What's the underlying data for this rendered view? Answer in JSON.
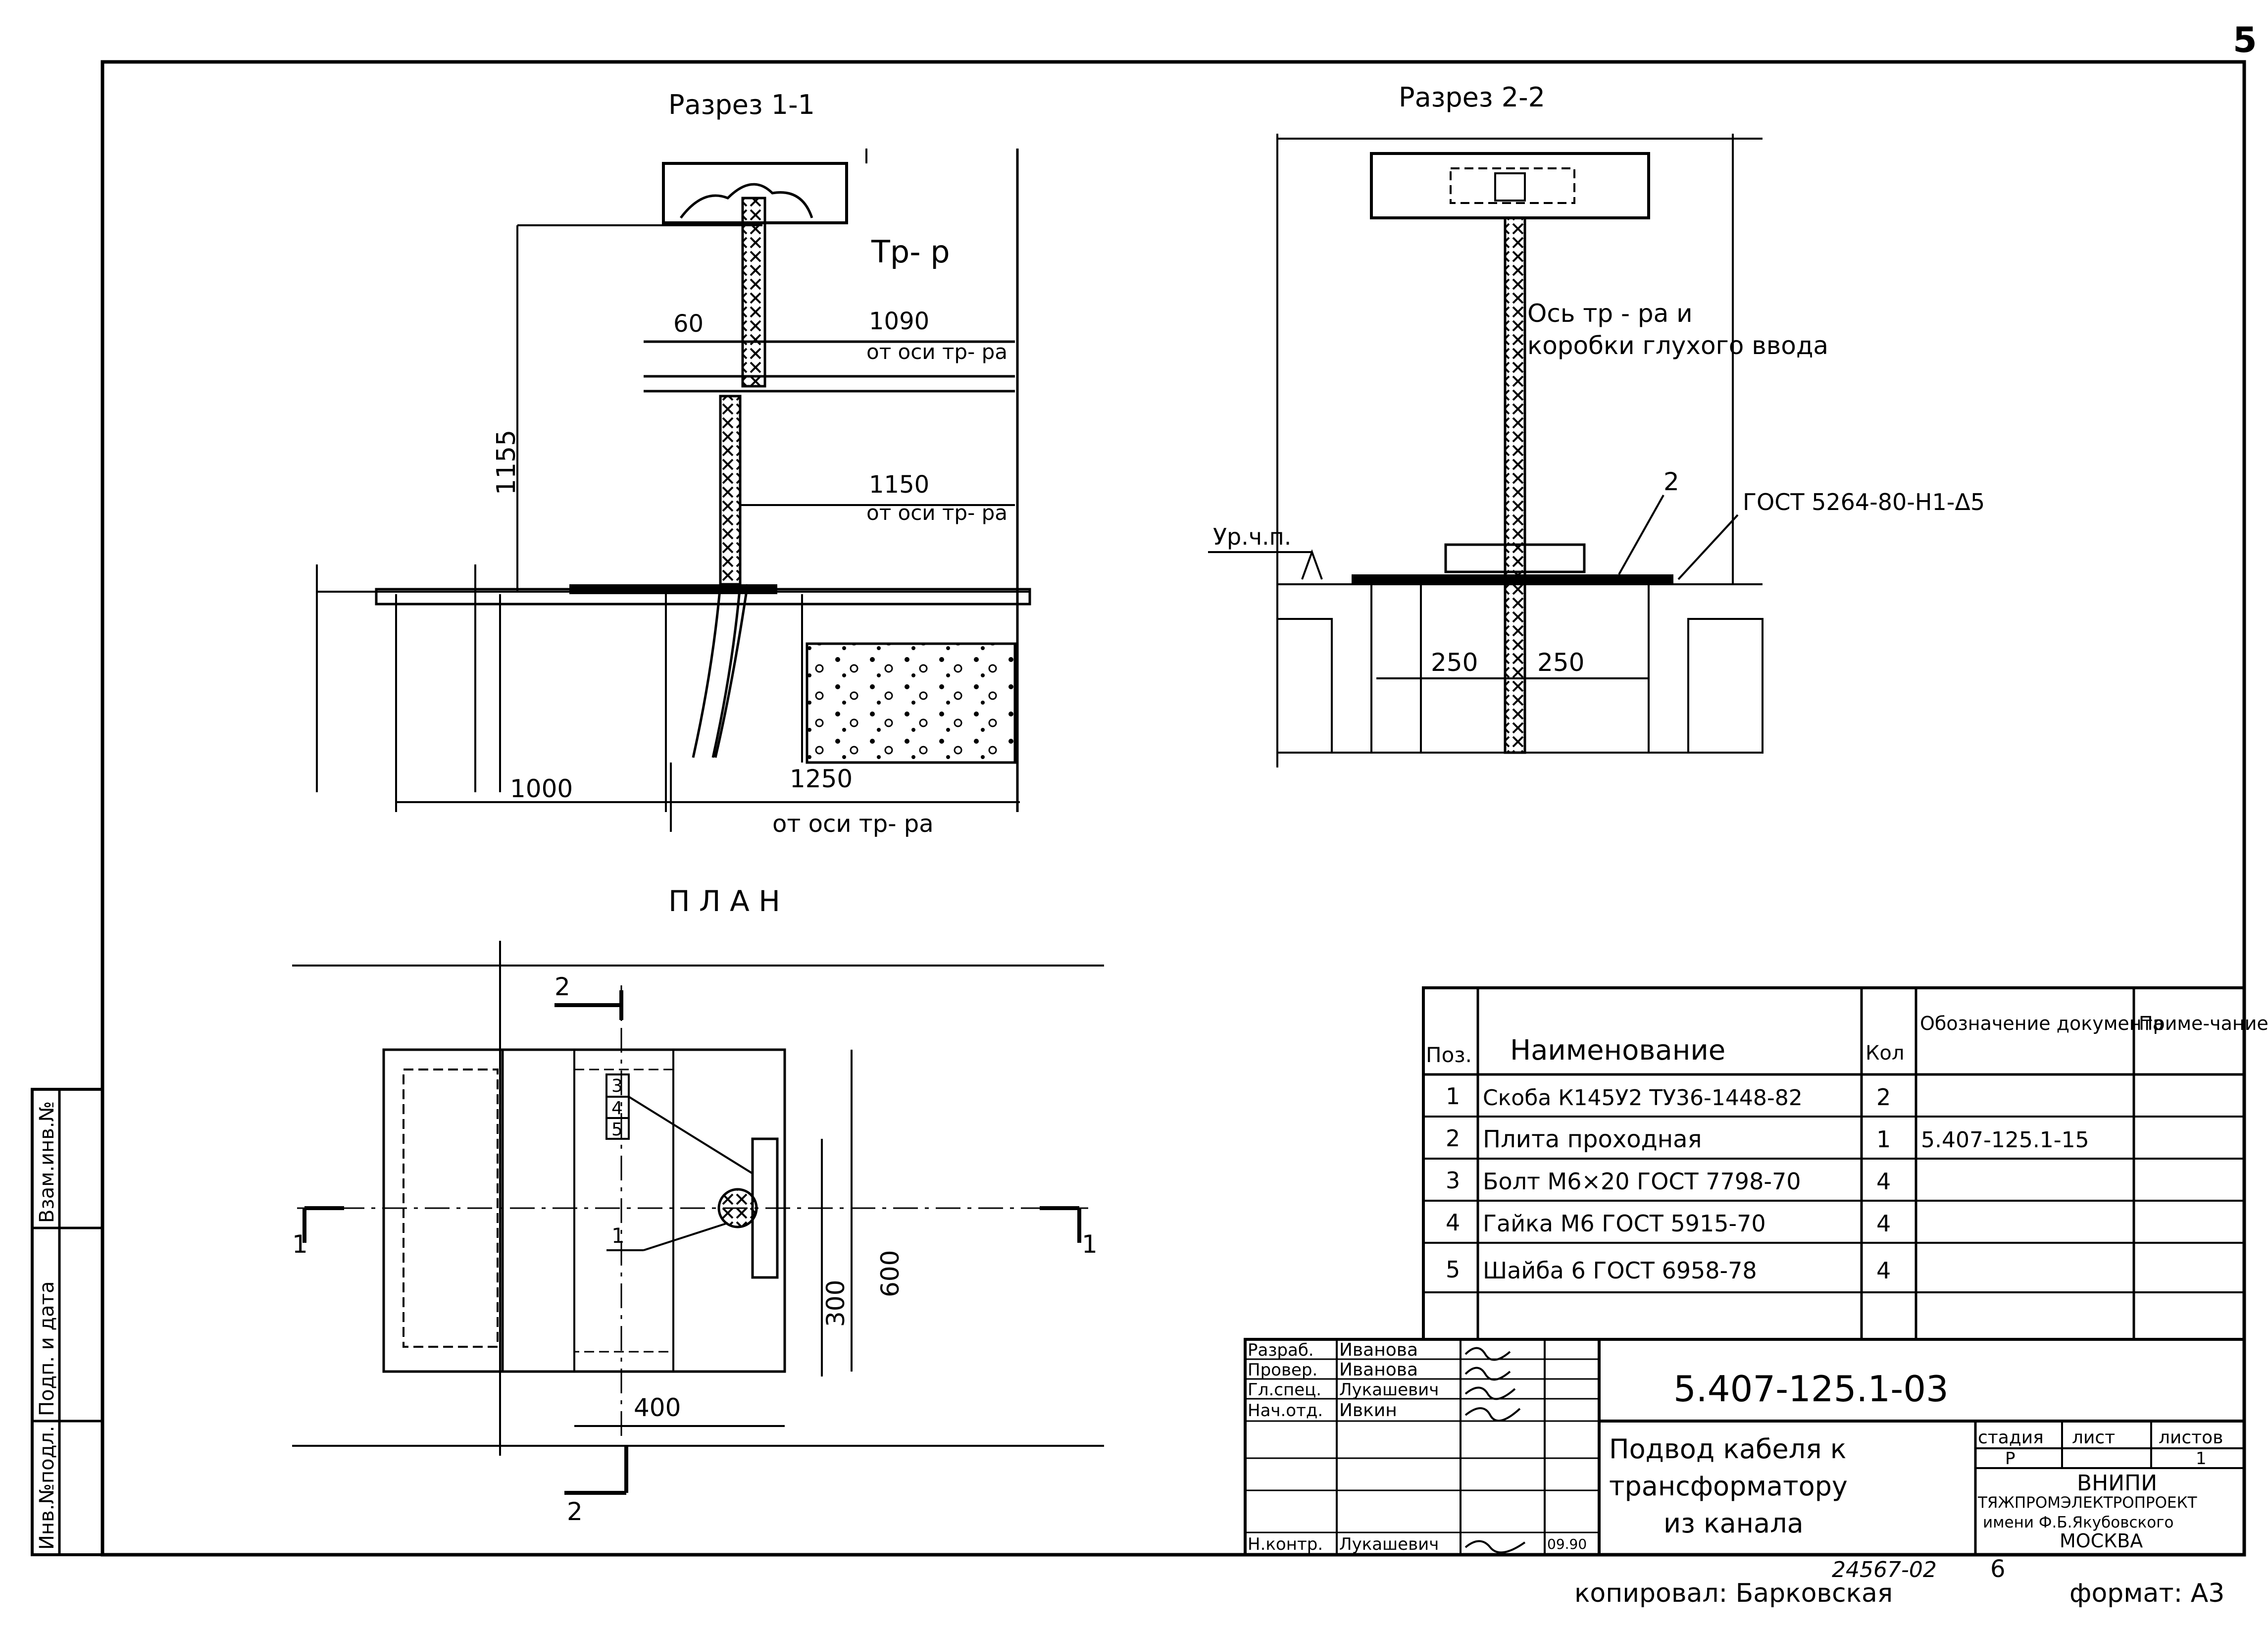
{
  "sheet_number": "5",
  "views": {
    "section_1": {
      "title": "Разрез 1-1",
      "label_transformer": "Тр- р",
      "dim_60": "60",
      "dim_1090": "1090",
      "from_axis_a": "от оси тр- ра",
      "dim_1150": "1150",
      "from_axis_b": "от оси тр- ра",
      "dim_1155": "1155",
      "dim_1000": "1000",
      "dim_1250": "1250",
      "from_axis_c": "от оси тр- ра"
    },
    "section_2": {
      "title": "Разрез 2-2",
      "axis_note_1": "Ось тр - ра и",
      "axis_note_2": "коробки глухого ввода",
      "callout_2": "2",
      "gost_note": "ГОСТ 5264-80-Н1-Δ5",
      "floor_level": "Ур.ч.п.",
      "dim_250_left": "250",
      "dim_250_right": "250"
    },
    "plan": {
      "title": "П Л А Н",
      "cut_top": "2",
      "cut_bottom": "2",
      "cut_left": "1",
      "cut_right": "1",
      "callout_3": "3",
      "callout_4": "4",
      "callout_5": "5",
      "callout_1": "1",
      "dim_400": "400",
      "dim_300": "300",
      "dim_600": "600"
    }
  },
  "spec_table": {
    "headers": [
      "Поз.",
      "Наименование",
      "Кол",
      "Обозначение документа",
      "Приме-чание"
    ],
    "rows": [
      [
        "1",
        "Скоба К145У2 ТУ36-1448-82",
        "2",
        "",
        ""
      ],
      [
        "2",
        "Плита проходная",
        "1",
        "5.407-125.1-15",
        ""
      ],
      [
        "3",
        "Болт М6×20 ГОСТ 7798-70",
        "4",
        "",
        ""
      ],
      [
        "4",
        "Гайка М6 ГОСТ 5915-70",
        "4",
        "",
        ""
      ],
      [
        "5",
        "Шайба 6 ГОСТ 6958-78",
        "4",
        "",
        ""
      ]
    ]
  },
  "title_block": {
    "roles": [
      {
        "role": "Разраб.",
        "name": "Иванова"
      },
      {
        "role": "Провер.",
        "name": "Иванова"
      },
      {
        "role": "Гл.спец.",
        "name": "Лукашевич"
      },
      {
        "role": "Нач.отд.",
        "name": "Ивкин"
      },
      {
        "role": "Н.контр.",
        "name": "Лукашевич"
      }
    ],
    "date": "09.90",
    "doc_code": "5.407-125.1-03",
    "title_lines": [
      "Подвод кабеля к",
      "трансформатору",
      "из канала"
    ],
    "stage_label": "стадия",
    "sheet_label": "лист",
    "sheets_label": "листов",
    "stage_value": "Р",
    "sheets_value": "1",
    "org_lines": [
      "ВНИПИ",
      "ТЯЖПРОМЭЛЕКТРОПРОЕКТ",
      "имени Ф.Б.Якубовского",
      "МОСКВА"
    ]
  },
  "left_stamp": [
    "Инв.№подл.",
    "Подп. и дата",
    "Взам.инв.№"
  ],
  "footer": {
    "copied": "копировал: Барковская",
    "inv_number": "24567-02",
    "page": "6",
    "format": "формат: А3"
  }
}
